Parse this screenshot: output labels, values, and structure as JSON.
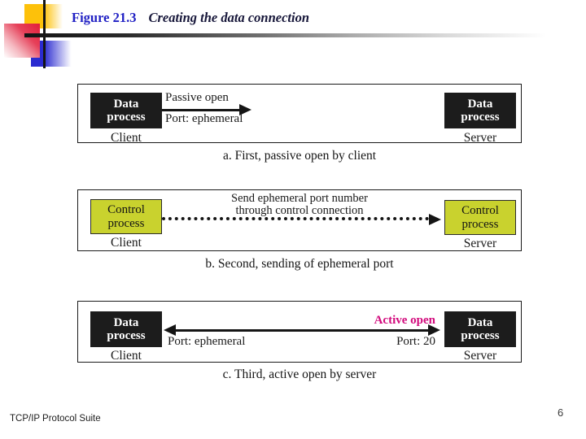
{
  "header": {
    "figure_label": "Figure 21.3",
    "figure_title": "Creating the data connection"
  },
  "panel_a": {
    "client_process": "Data\nprocess",
    "client_label": "Client",
    "server_process": "Data\nprocess",
    "server_label": "Server",
    "arrow_top_label": "Passive open",
    "arrow_bottom_label": "Port: ephemeral",
    "caption": "a. First, passive open by client"
  },
  "panel_b": {
    "client_process": "Control\nprocess",
    "client_label": "Client",
    "server_process": "Control\nprocess",
    "server_label": "Server",
    "arrow_label": "Send ephemeral port number\nthrough control connection",
    "caption": "b. Second, sending of ephemeral port"
  },
  "panel_c": {
    "client_process": "Data\nprocess",
    "client_label": "Client",
    "server_process": "Data\nprocess",
    "server_label": "Server",
    "active_open_label": "Active open",
    "client_port_label": "Port: ephemeral",
    "server_port_label": "Port: 20",
    "caption": "c. Third, active open by server"
  },
  "footer": {
    "left_text": "TCP/IP Protocol Suite",
    "page_number": "6"
  },
  "colors": {
    "figure_label_blue": "#2121c4",
    "figure_title_dark": "#17173a",
    "process_box_black": "#1c1c1c",
    "control_box_green": "#c9d22e",
    "active_open_magenta": "#d20a7c"
  }
}
